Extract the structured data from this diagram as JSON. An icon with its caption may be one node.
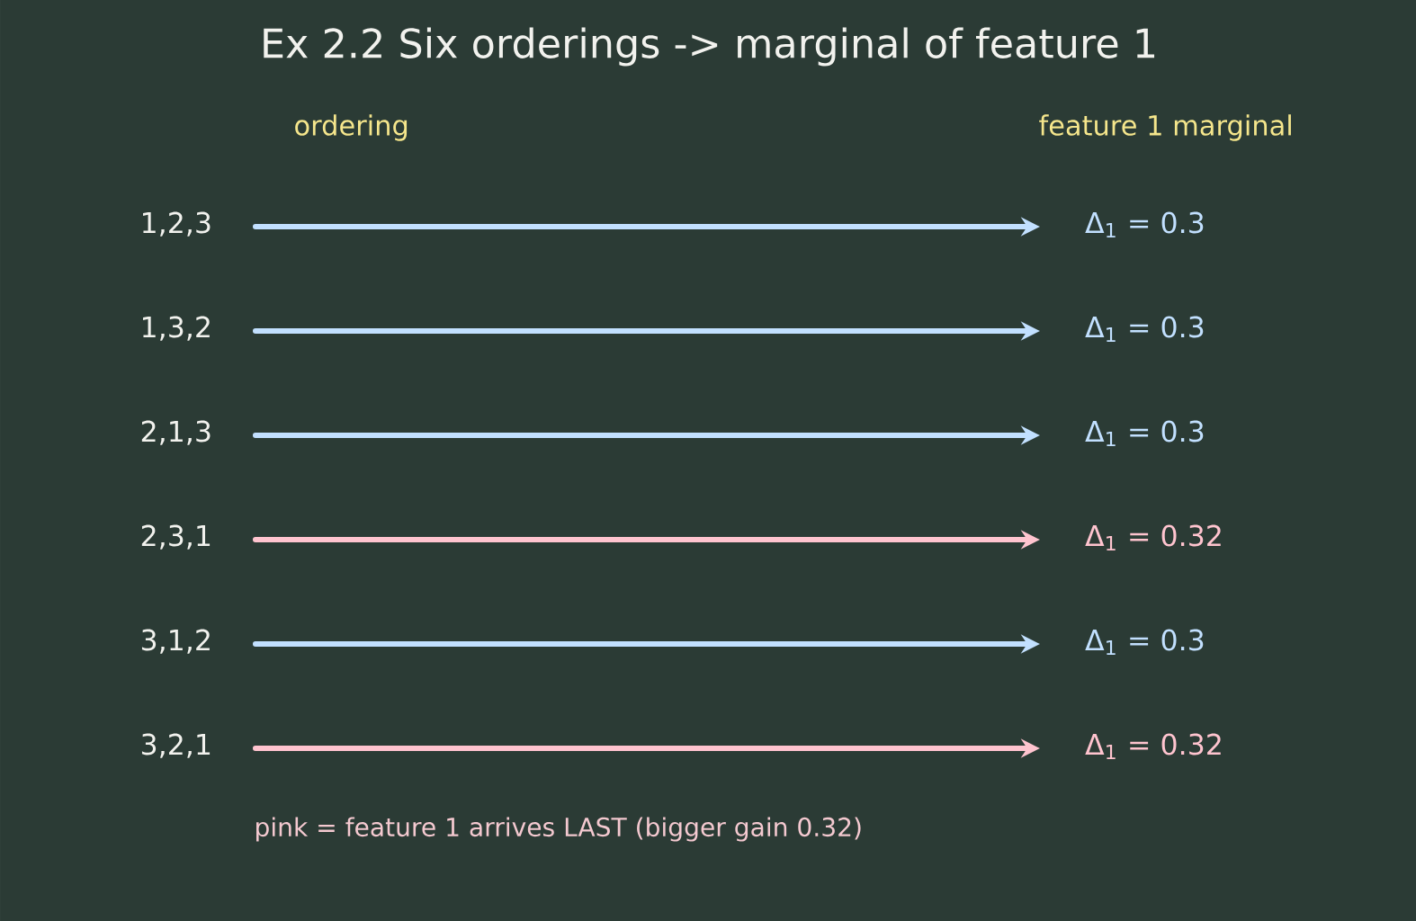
{
  "diagram": {
    "title": "Ex 2.2  Six orderings -> marginal of feature 1",
    "nodes": [
      {
        "text": [
          "1,2,3"
        ]
      },
      {
        "text": [
          "1,3,2"
        ]
      },
      {
        "text": [
          "2,1,3"
        ]
      },
      {
        "text": [
          "2,3,1"
        ]
      },
      {
        "text": [
          "3,1,2"
        ]
      },
      {
        "text": [
          "3,2,1"
        ]
      },
      {
        "text": [
          "Δ$_{1}$ = 0.3"
        ]
      },
      {
        "text": [
          "Δ$_{1}$ = 0.3"
        ]
      },
      {
        "text": [
          "Δ$_{1}$ = 0.3"
        ]
      },
      {
        "text": [
          "Δ$_{1}$ = 0.32"
        ]
      },
      {
        "text": [
          "Δ$_{1}$ = 0.3"
        ]
      },
      {
        "text": [
          "Δ$_{1}$ = 0.32"
        ]
      }
    ],
    "edges": [
      {
        "from": 0,
        "to": 6,
        "arrow": "to"
      },
      {
        "from": 1,
        "to": 7,
        "arrow": "to"
      },
      {
        "from": 2,
        "to": 8,
        "arrow": "to"
      },
      {
        "from": 3,
        "to": 9,
        "arrow": "to",
        "color": "#ffc4cf"
      },
      {
        "from": 4,
        "to": 10,
        "arrow": "to"
      },
      {
        "from": 5,
        "to": 11,
        "arrow": "to",
        "color": "#ffc4cf"
      }
    ],
    "labels": [
      "ordering",
      "feature 1 marginal",
      "pink = feature 1 arrives LAST (bigger gain 0.32)"
    ]
  }
}
